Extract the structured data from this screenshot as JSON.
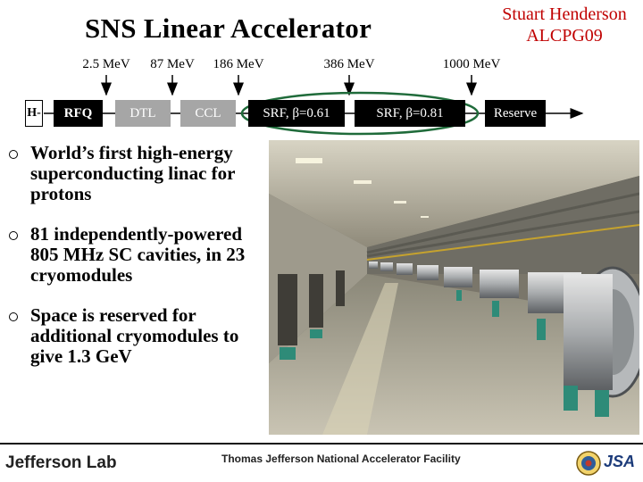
{
  "slide": {
    "title": "SNS Linear Accelerator",
    "author_line1": "Stuart Henderson",
    "author_line2": "ALCPG09"
  },
  "linac": {
    "energies": [
      "2.5 MeV",
      "87 MeV",
      "186 MeV",
      "386 MeV",
      "1000 MeV"
    ],
    "sections": {
      "source": "H-",
      "rfq": "RFQ",
      "dtl": "DTL",
      "ccl": "CCL",
      "srf_low": "SRF, β=0.61",
      "srf_high": "SRF, β=0.81",
      "reserve": "Reserve"
    },
    "colors": {
      "highlight_ellipse": "#1f6b3a",
      "arrow": "#000000",
      "dark_box": "#000000",
      "gray_box": "#a6a6a6"
    }
  },
  "bullets": [
    "World’s first high-energy superconducting linac for protons",
    "81 independently-powered 805 MHz SC cavities, in 23 cryomodules",
    "Space is reserved for additional cryomodules to give 1.3 GeV"
  ],
  "photo": {
    "subject": "SNS linac tunnel with superconducting cryomodules"
  },
  "footer": {
    "logo_text": "Jefferson Lab",
    "center_text": "Thomas Jefferson National Accelerator Facility",
    "right_logo_text": "JSA",
    "seal_icon": "doe-seal-icon"
  },
  "colors": {
    "author": "#c00000",
    "footer_line": "#111111"
  }
}
